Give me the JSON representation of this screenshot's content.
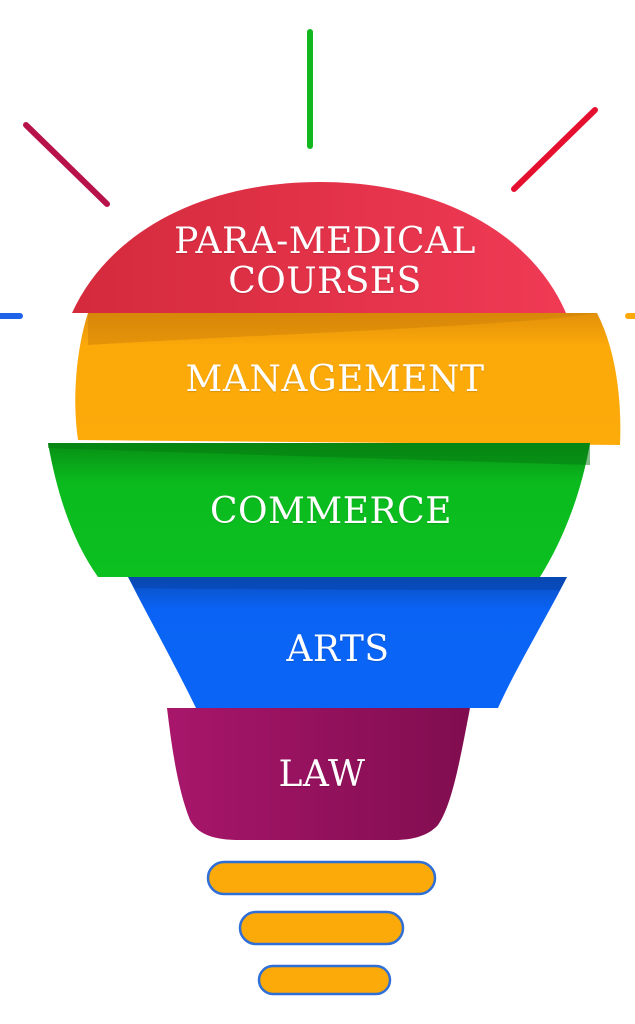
{
  "diagram": {
    "segments": [
      {
        "lines": [
          "PARA-MEDICAL",
          "COURSES"
        ],
        "color": "#e8344e"
      },
      {
        "label": "MANAGEMENT",
        "color": "#fca90a"
      },
      {
        "label": "COMMERCE",
        "color": "#0bbb1e"
      },
      {
        "label": "ARTS",
        "color": "#0a63f4"
      },
      {
        "label": "LAW",
        "color": "#9e1461"
      }
    ],
    "base_color": "#fca90a",
    "base_outline": "#2f6fd6",
    "ray_colors": {
      "left": "#b8124a",
      "top": "#13b81e",
      "right": "#e5102f",
      "far_left": "#1f63e8",
      "far_right": "#fca90a"
    }
  }
}
